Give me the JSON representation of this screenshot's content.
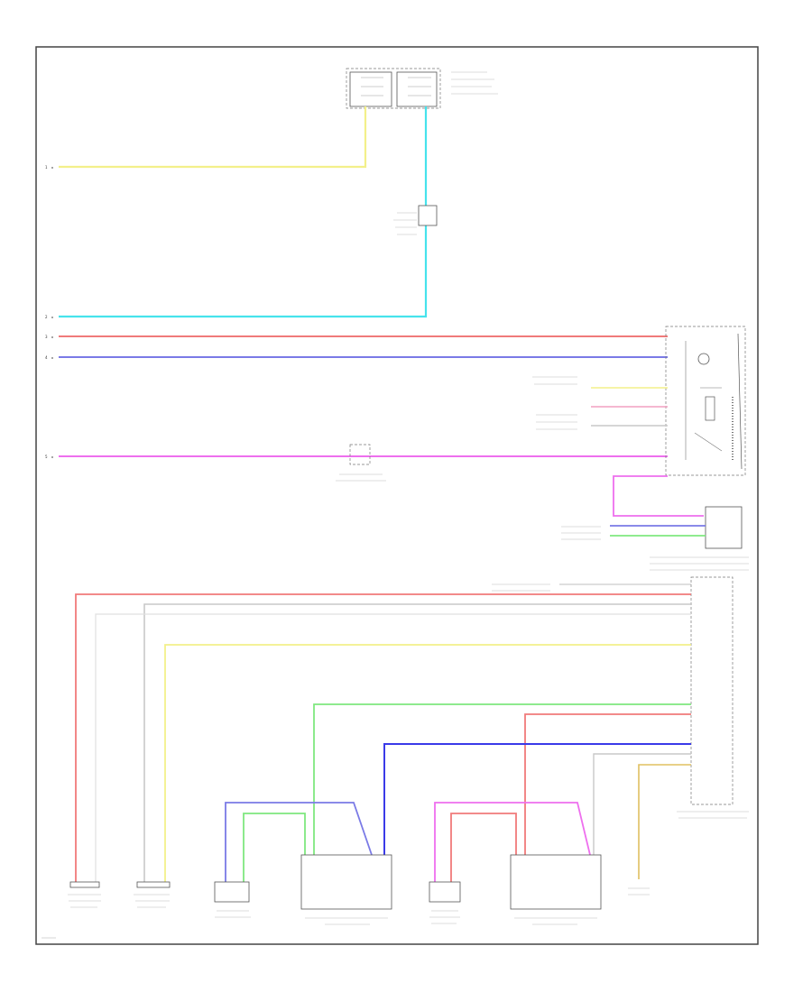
{
  "colors": {
    "yellow": "#f3f08a",
    "cyan": "#46e3ec",
    "red": "#f07a7a",
    "blue": "#7a7ae6",
    "magenta": "#ee6fee",
    "green": "#7fe87f",
    "gray": "#c8c8c8",
    "orange": "#e0c060",
    "frame": "#444444"
  },
  "left_pins": [
    "1",
    "2",
    "3",
    "4",
    "5"
  ]
}
